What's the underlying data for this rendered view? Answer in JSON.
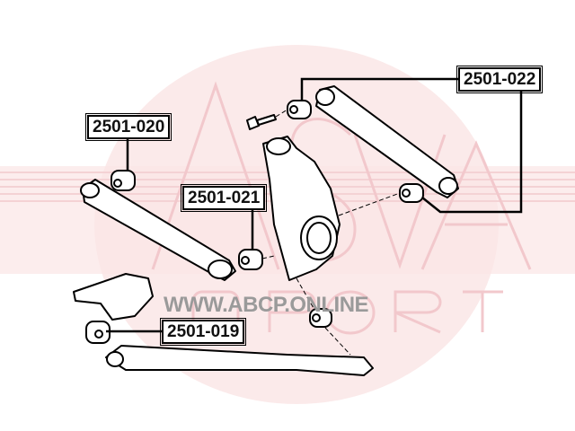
{
  "watermark": {
    "brand": "ASVA",
    "subtitle": "SPORT",
    "color": "#f2c8cc"
  },
  "website": "WWW.ABCP.ONLINE",
  "parts": [
    {
      "number": "2501-022"
    },
    {
      "number": "2501-020"
    },
    {
      "number": "2501-021"
    },
    {
      "number": "2501-019"
    }
  ]
}
